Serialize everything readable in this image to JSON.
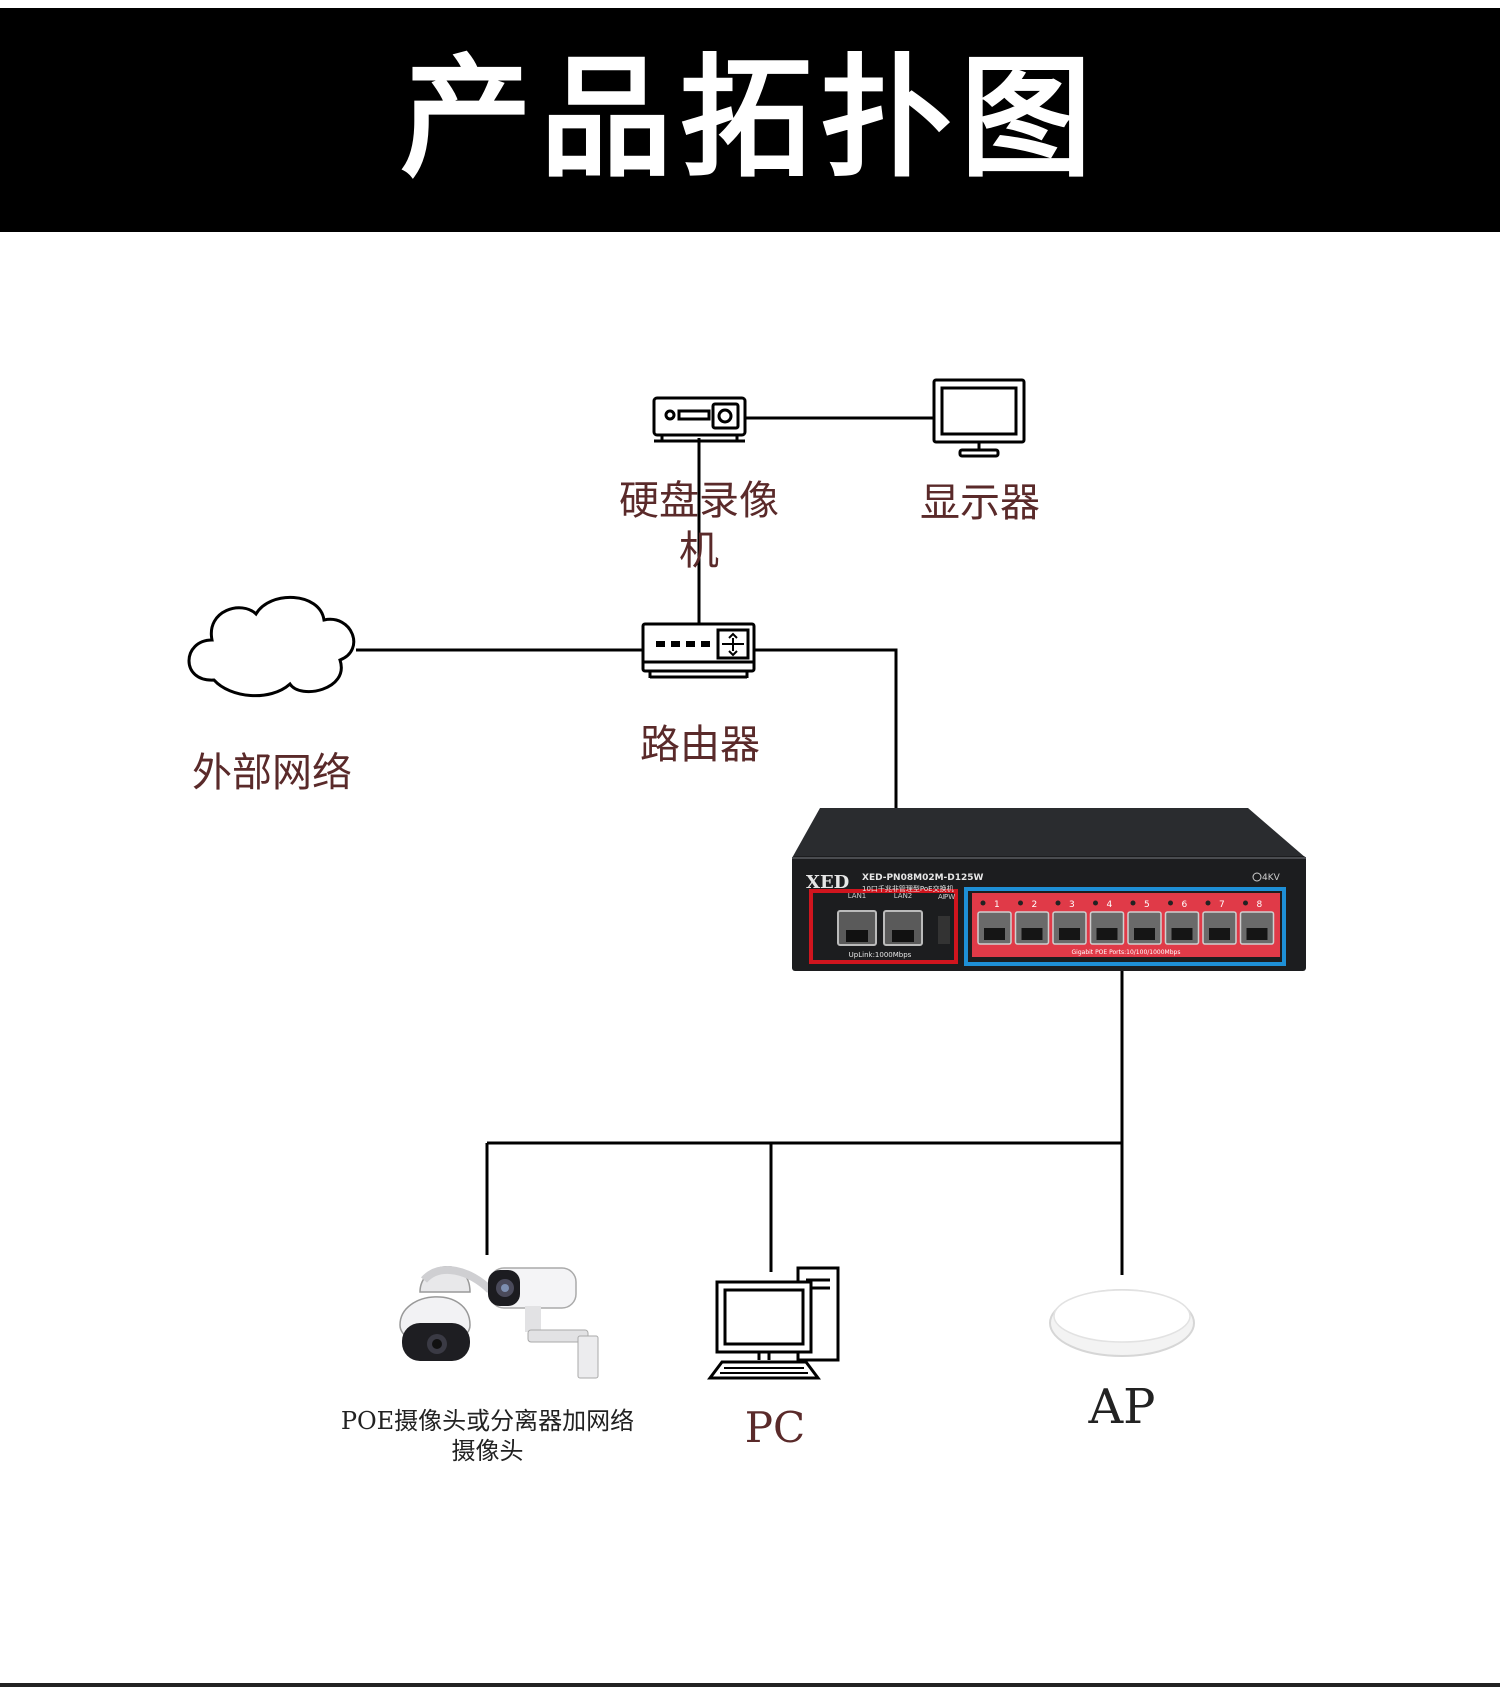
{
  "header": {
    "title": "产品拓扑图"
  },
  "nodes": {
    "nvr": {
      "label": "硬盘录像机"
    },
    "monitor": {
      "label": "显示器"
    },
    "router": {
      "label": "路由器"
    },
    "internet": {
      "label": "外部网络"
    },
    "camera": {
      "label": "POE摄像头或分离器加网络摄像头"
    },
    "pc": {
      "label": "PC"
    },
    "ap": {
      "label": "AP"
    }
  },
  "switch": {
    "brand": "XED",
    "model": "XED-PN08M02M-D125W",
    "description": "10口千兆非管理型PoE交换机",
    "surge": "4KV",
    "uplink_ports": [
      "LAN1",
      "LAN2"
    ],
    "uplink_caption": "UpLink:1000Mbps",
    "indicators": [
      "AI",
      "PW"
    ],
    "poe_ports": [
      "1",
      "2",
      "3",
      "4",
      "5",
      "6",
      "7",
      "8"
    ],
    "poe_caption": "Gigabit POE Ports:10/100/1000Mbps"
  },
  "colors": {
    "label_text": "#5a2a2a",
    "uplink_box": "#d0151e",
    "poe_box": "#1e8fd6",
    "poe_panel": "#e03a48"
  }
}
